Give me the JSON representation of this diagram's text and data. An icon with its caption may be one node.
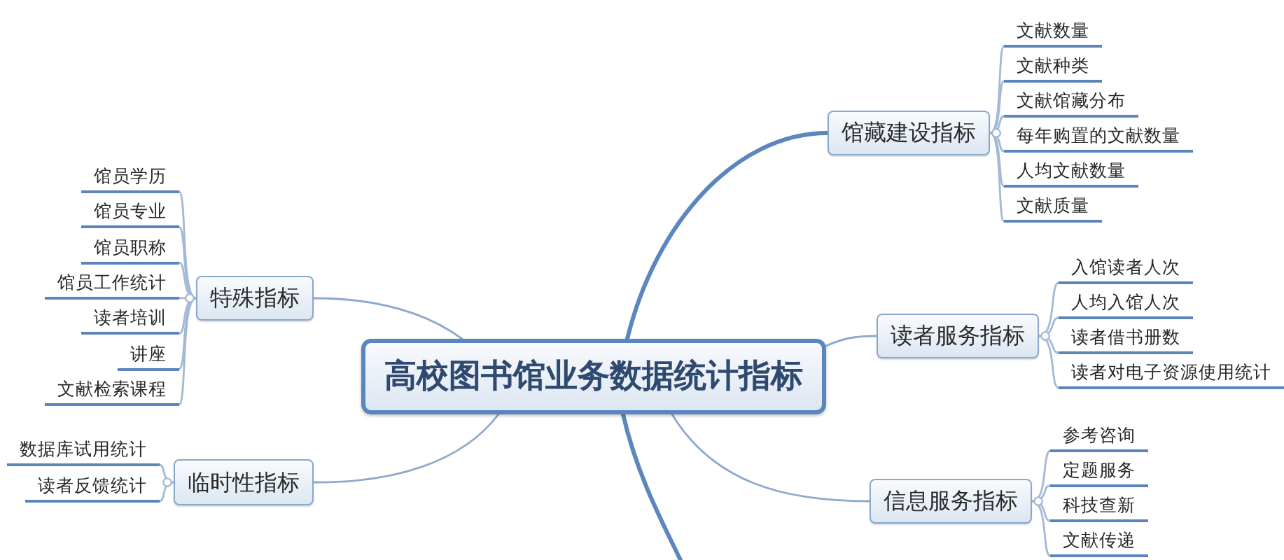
{
  "diagram": {
    "nodes": [
      {
        "text": [
          "高校图书馆业务数据统计指标"
        ]
      },
      {
        "text": [
          "馆藏建设指标"
        ]
      },
      {
        "text": [
          "文献数量"
        ]
      },
      {
        "text": [
          "文献种类"
        ]
      },
      {
        "text": [
          "文献馆藏分布"
        ]
      },
      {
        "text": [
          "每年购置的文献数量"
        ]
      },
      {
        "text": [
          "人均文献数量"
        ]
      },
      {
        "text": [
          "文献质量"
        ]
      },
      {
        "text": [
          "特殊指标"
        ]
      },
      {
        "text": [
          "馆员学历"
        ]
      },
      {
        "text": [
          "馆员专业"
        ]
      },
      {
        "text": [
          "馆员职称"
        ]
      },
      {
        "text": [
          "馆员工作统计"
        ]
      },
      {
        "text": [
          "读者培训"
        ]
      },
      {
        "text": [
          "讲座"
        ]
      },
      {
        "text": [
          "文献检索课程"
        ]
      },
      {
        "text": [
          "读者服务指标"
        ]
      },
      {
        "text": [
          "入馆读者人次"
        ]
      },
      {
        "text": [
          "人均入馆人次"
        ]
      },
      {
        "text": [
          "读者借书册数"
        ]
      },
      {
        "text": [
          "读者对电子资源使用统计"
        ]
      },
      {
        "text": [
          "临时性指标"
        ]
      },
      {
        "text": [
          "数据库试用统计"
        ]
      },
      {
        "text": [
          "读者反馈统计"
        ]
      },
      {
        "text": [
          "信息服务指标"
        ]
      },
      {
        "text": [
          "参考咨询"
        ]
      },
      {
        "text": [
          "定题服务"
        ]
      },
      {
        "text": [
          "科技查新"
        ]
      },
      {
        "text": [
          "文献传递"
        ]
      }
    ],
    "edges": [
      {
        "from": 0,
        "to": 1,
        "arrow": "none",
        "style": "thick",
        "color": "#5b86bf"
      },
      {
        "from": 0,
        "to": 8,
        "arrow": "none"
      },
      {
        "from": 0,
        "to": 16,
        "arrow": "none"
      },
      {
        "from": 0,
        "to": 21,
        "arrow": "none"
      },
      {
        "from": 0,
        "to": 24,
        "arrow": "none"
      },
      {
        "from": 0,
        "to": null,
        "arrow": "none",
        "style": "thick",
        "color": "#5b86bf"
      },
      {
        "from": 1,
        "to": 2,
        "arrow": "other"
      },
      {
        "from": 1,
        "to": 3,
        "arrow": "other"
      },
      {
        "from": 1,
        "to": 4,
        "arrow": "other"
      },
      {
        "from": 1,
        "to": 5,
        "arrow": "other"
      },
      {
        "from": 1,
        "to": 6,
        "arrow": "other"
      },
      {
        "from": 1,
        "to": 7,
        "arrow": "other"
      },
      {
        "from": 8,
        "to": 9,
        "arrow": "other"
      },
      {
        "from": 8,
        "to": 10,
        "arrow": "other"
      },
      {
        "from": 8,
        "to": 11,
        "arrow": "other"
      },
      {
        "from": 8,
        "to": 12,
        "arrow": "other"
      },
      {
        "from": 8,
        "to": 13,
        "arrow": "other"
      },
      {
        "from": 8,
        "to": 14,
        "arrow": "other"
      },
      {
        "from": 8,
        "to": 15,
        "arrow": "other"
      },
      {
        "from": 16,
        "to": 17,
        "arrow": "other"
      },
      {
        "from": 16,
        "to": 18,
        "arrow": "other"
      },
      {
        "from": 16,
        "to": 19,
        "arrow": "other"
      },
      {
        "from": 16,
        "to": 20,
        "arrow": "other"
      },
      {
        "from": 21,
        "to": 22,
        "arrow": "other"
      },
      {
        "from": 21,
        "to": 23,
        "arrow": "other"
      },
      {
        "from": 24,
        "to": 25,
        "arrow": "other"
      },
      {
        "from": 24,
        "to": 26,
        "arrow": "other"
      },
      {
        "from": 24,
        "to": 27,
        "arrow": "other"
      },
      {
        "from": 24,
        "to": 28,
        "arrow": "other"
      }
    ]
  }
}
